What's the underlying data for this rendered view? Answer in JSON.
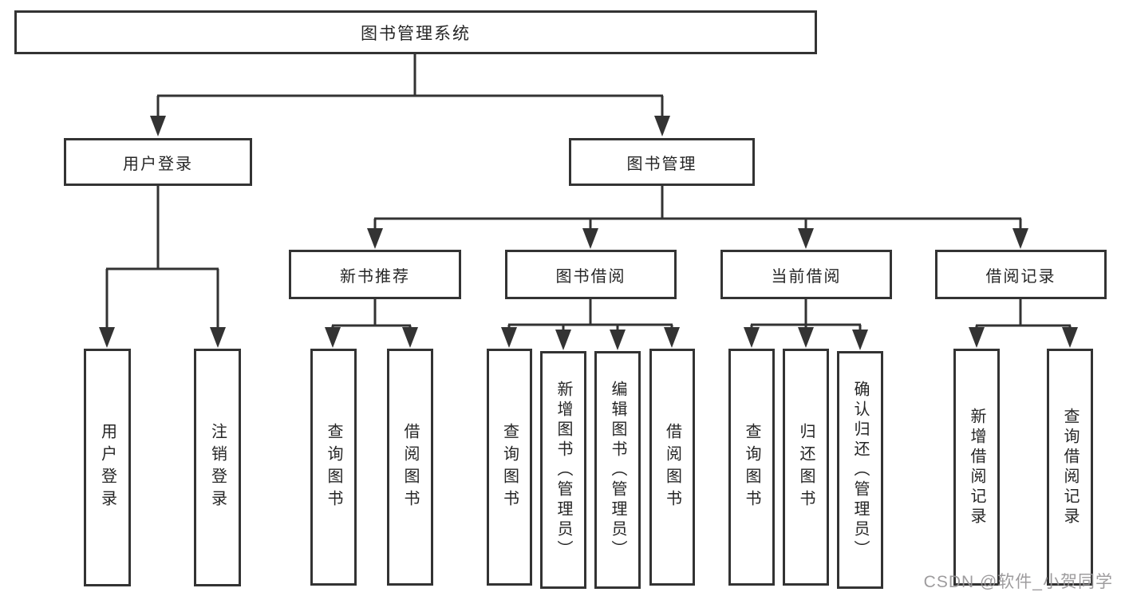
{
  "diagram_type": "functional-structure-tree",
  "colors": {
    "line": "#333333",
    "node_border": "#333333",
    "node_fill": "#ffffff",
    "text": "#262626",
    "watermark": "#969496"
  },
  "watermark": {
    "text": "CSDN @软件_小贺同学"
  },
  "tree": {
    "label": "图书管理系统",
    "children": [
      {
        "label": "用户登录",
        "children": [
          {
            "label": "用户登录"
          },
          {
            "label": "注销登录"
          }
        ]
      },
      {
        "label": "图书管理",
        "children": [
          {
            "label": "新书推荐",
            "children": [
              {
                "label": "查询图书"
              },
              {
                "label": "借阅图书"
              }
            ]
          },
          {
            "label": "图书借阅",
            "children": [
              {
                "label": "查询图书"
              },
              {
                "label": "新增图书（管理员）"
              },
              {
                "label": "编辑图书（管理员）"
              },
              {
                "label": "借阅图书"
              }
            ]
          },
          {
            "label": "当前借阅",
            "children": [
              {
                "label": "查询图书"
              },
              {
                "label": "归还图书"
              },
              {
                "label": "确认归还（管理员）"
              }
            ]
          },
          {
            "label": "借阅记录",
            "children": [
              {
                "label": "新增借阅记录"
              },
              {
                "label": "查询借阅记录"
              }
            ]
          }
        ]
      }
    ]
  }
}
